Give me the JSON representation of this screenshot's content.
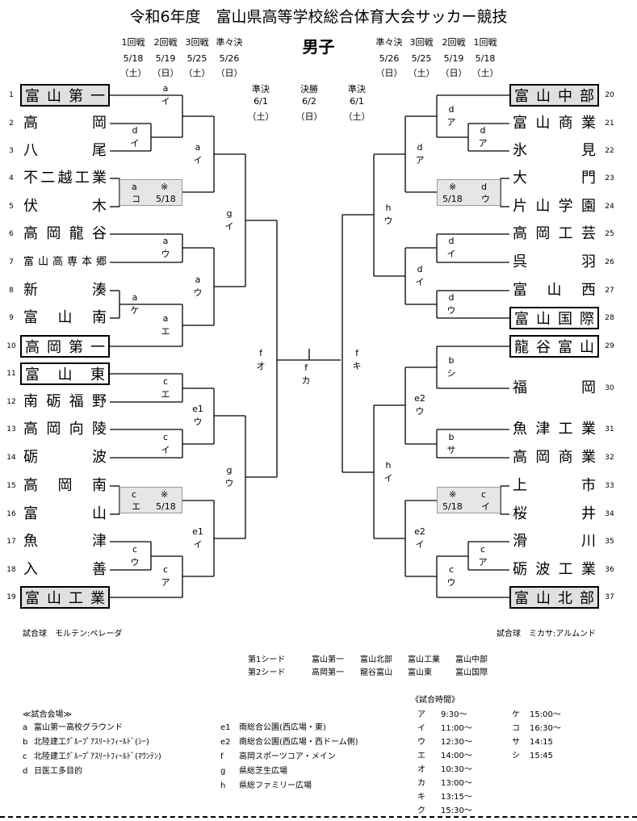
{
  "title": "令和6年度　富山県高等学校総合体育大会サッカー競技",
  "subtitle": "男子",
  "rounds_left": [
    {
      "label": "1回戦",
      "date": "5/18",
      "day": "（土）"
    },
    {
      "label": "2回戦",
      "date": "5/19",
      "day": "（日）"
    },
    {
      "label": "3回戦",
      "date": "5/25",
      "day": "（土）"
    },
    {
      "label": "準々決",
      "date": "5/26",
      "day": "（日）"
    }
  ],
  "rounds_right": [
    {
      "label": "準々決",
      "date": "5/26",
      "day": "（日）"
    },
    {
      "label": "3回戦",
      "date": "5/25",
      "day": "（土）"
    },
    {
      "label": "2回戦",
      "date": "5/19",
      "day": "（日）"
    },
    {
      "label": "1回戦",
      "date": "5/18",
      "day": "（土）"
    }
  ],
  "center_rounds": [
    {
      "label": "準決",
      "date": "6/1",
      "day": "（土）"
    },
    {
      "label": "決勝",
      "date": "6/2",
      "day": "（日）"
    },
    {
      "label": "準決",
      "date": "6/1",
      "day": "（土）"
    }
  ],
  "teams_left": [
    {
      "num": "1",
      "name": "富山第一",
      "seed": 1
    },
    {
      "num": "2",
      "name": "高岡",
      "seed": 0
    },
    {
      "num": "3",
      "name": "八尾",
      "seed": 0
    },
    {
      "num": "4",
      "name": "不二越工業",
      "seed": 0
    },
    {
      "num": "5",
      "name": "伏木",
      "seed": 0
    },
    {
      "num": "6",
      "name": "高岡龍谷",
      "seed": 0
    },
    {
      "num": "7",
      "name": "富山高専本郷",
      "seed": 0,
      "small": true
    },
    {
      "num": "8",
      "name": "新湊",
      "seed": 0
    },
    {
      "num": "9",
      "name": "富山南",
      "seed": 0
    },
    {
      "num": "10",
      "name": "高岡第一",
      "seed": 2
    },
    {
      "num": "11",
      "name": "富山東",
      "seed": 2
    },
    {
      "num": "12",
      "name": "南砺福野",
      "seed": 0
    },
    {
      "num": "13",
      "name": "高岡向陵",
      "seed": 0
    },
    {
      "num": "14",
      "name": "砺波",
      "seed": 0
    },
    {
      "num": "15",
      "name": "高岡南",
      "seed": 0
    },
    {
      "num": "16",
      "name": "富山",
      "seed": 0
    },
    {
      "num": "17",
      "name": "魚津",
      "seed": 0
    },
    {
      "num": "18",
      "name": "入善",
      "seed": 0
    },
    {
      "num": "19",
      "name": "富山工業",
      "seed": 1
    }
  ],
  "teams_right": [
    {
      "num": "20",
      "name": "富山中部",
      "seed": 1
    },
    {
      "num": "21",
      "name": "富山商業",
      "seed": 0
    },
    {
      "num": "22",
      "name": "氷見",
      "seed": 0
    },
    {
      "num": "23",
      "name": "大門",
      "seed": 0
    },
    {
      "num": "24",
      "name": "片山学園",
      "seed": 0
    },
    {
      "num": "25",
      "name": "高岡工芸",
      "seed": 0
    },
    {
      "num": "26",
      "name": "呉羽",
      "seed": 0
    },
    {
      "num": "27",
      "name": "富山西",
      "seed": 0
    },
    {
      "num": "28",
      "name": "富山国際",
      "seed": 2
    },
    {
      "num": "29",
      "name": "龍谷富山",
      "seed": 2
    },
    {
      "num": "30",
      "name": "福岡",
      "seed": 0
    },
    {
      "num": "31",
      "name": "魚津工業",
      "seed": 0
    },
    {
      "num": "32",
      "name": "高岡商業",
      "seed": 0
    },
    {
      "num": "33",
      "name": "上市",
      "seed": 0
    },
    {
      "num": "34",
      "name": "桜井",
      "seed": 0
    },
    {
      "num": "35",
      "name": "滑川",
      "seed": 0
    },
    {
      "num": "36",
      "name": "砺波工業",
      "seed": 0
    },
    {
      "num": "37",
      "name": "富山北部",
      "seed": 1
    }
  ],
  "matches": [
    {
      "v": "a",
      "t": "イ"
    },
    {
      "v": "d",
      "t": "イ"
    },
    {
      "v": "a",
      "t": "イ"
    },
    {
      "v": "g",
      "t": "イ"
    },
    {
      "v": "a",
      "t": "ウ"
    },
    {
      "v": "a",
      "t": "ケ"
    },
    {
      "v": "a",
      "t": "エ"
    },
    {
      "v": "a",
      "t": "ウ"
    },
    {
      "v": "f",
      "t": "オ"
    },
    {
      "v": "c",
      "t": "エ"
    },
    {
      "v": "c",
      "t": "イ"
    },
    {
      "v": "e1",
      "t": "ウ"
    },
    {
      "v": "g",
      "t": "ウ"
    },
    {
      "v": "e1",
      "t": "イ"
    },
    {
      "v": "c",
      "t": "ウ"
    },
    {
      "v": "c",
      "t": "ア"
    },
    {
      "v": "f",
      "t": "カ"
    },
    {
      "v": "d",
      "t": "ア"
    },
    {
      "v": "d",
      "t": "ア"
    },
    {
      "v": "d",
      "t": "ア"
    },
    {
      "v": "h",
      "t": "ウ"
    },
    {
      "v": "d",
      "t": "イ"
    },
    {
      "v": "d",
      "t": "イ"
    },
    {
      "v": "d",
      "t": "ウ"
    },
    {
      "v": "f",
      "t": "キ"
    },
    {
      "v": "b",
      "t": "シ"
    },
    {
      "v": "e2",
      "t": "ウ"
    },
    {
      "v": "b",
      "t": "サ"
    },
    {
      "v": "h",
      "t": "イ"
    },
    {
      "v": "e2",
      "t": "イ"
    },
    {
      "v": "c",
      "t": "ア"
    },
    {
      "v": "c",
      "t": "ウ"
    }
  ],
  "shaded": [
    {
      "v": "a",
      "t": "コ",
      "mark": "※",
      "date": "5/18"
    },
    {
      "v": "c",
      "t": "エ",
      "mark": "※",
      "date": "5/18"
    },
    {
      "v": "d",
      "t": "ウ",
      "mark": "※",
      "date": "5/18"
    },
    {
      "v": "c",
      "t": "イ",
      "mark": "※",
      "date": "5/18"
    }
  ],
  "ball_left": "試合球　モルテン:ペレーダ",
  "ball_right": "試合球　ミカサ:アルムンド",
  "seeds": [
    {
      "label": "第1シード",
      "teams": [
        "富山第一",
        "富山北部",
        "富山工業",
        "富山中部"
      ]
    },
    {
      "label": "第2シード",
      "teams": [
        "高岡第一",
        "龍谷富山",
        "富山東",
        "富山国際"
      ]
    }
  ],
  "venues_title": "≪試合会場≫",
  "venues_col1": [
    {
      "code": "a",
      "name": "富山第一高校グラウンド"
    },
    {
      "code": "b",
      "name": "北陸建工ｸﾞﾙｰﾌﾟｱｽﾘｰﾄﾌｨｰﾙﾄﾞ(ｼｰ)"
    },
    {
      "code": "c",
      "name": "北陸建工ｸﾞﾙｰﾌﾟｱｽﾘｰﾄﾌｨｰﾙﾄﾞ(ﾏｳﾝﾃﾝ)"
    },
    {
      "code": "d",
      "name": "日医工多目的"
    }
  ],
  "venues_col2": [
    {
      "code": "e1",
      "name": "南総合公園(西広場・東)"
    },
    {
      "code": "e2",
      "name": "南総合公園(西広場・西ドーム側)"
    },
    {
      "code": "f",
      "name": "高岡スポーツコア・メイン"
    },
    {
      "code": "g",
      "name": "県総芝生広場"
    },
    {
      "code": "h",
      "name": "県総ファミリー広場"
    }
  ],
  "times_title": "《試合時間》",
  "times_col1": [
    {
      "code": "ア",
      "time": "9:30～"
    },
    {
      "code": "イ",
      "time": "11:00～"
    },
    {
      "code": "ウ",
      "time": "12:30～"
    },
    {
      "code": "エ",
      "time": "14:00～"
    },
    {
      "code": "オ",
      "time": "10:30～"
    },
    {
      "code": "カ",
      "time": "13:00～"
    },
    {
      "code": "キ",
      "time": "13:15～"
    },
    {
      "code": "ク",
      "time": "15:30～"
    }
  ],
  "times_col2": [
    {
      "code": "ケ",
      "time": "15:00～"
    },
    {
      "code": "コ",
      "time": "16:30～"
    },
    {
      "code": "サ",
      "time": "14:15"
    },
    {
      "code": "シ",
      "time": "15:45"
    }
  ]
}
